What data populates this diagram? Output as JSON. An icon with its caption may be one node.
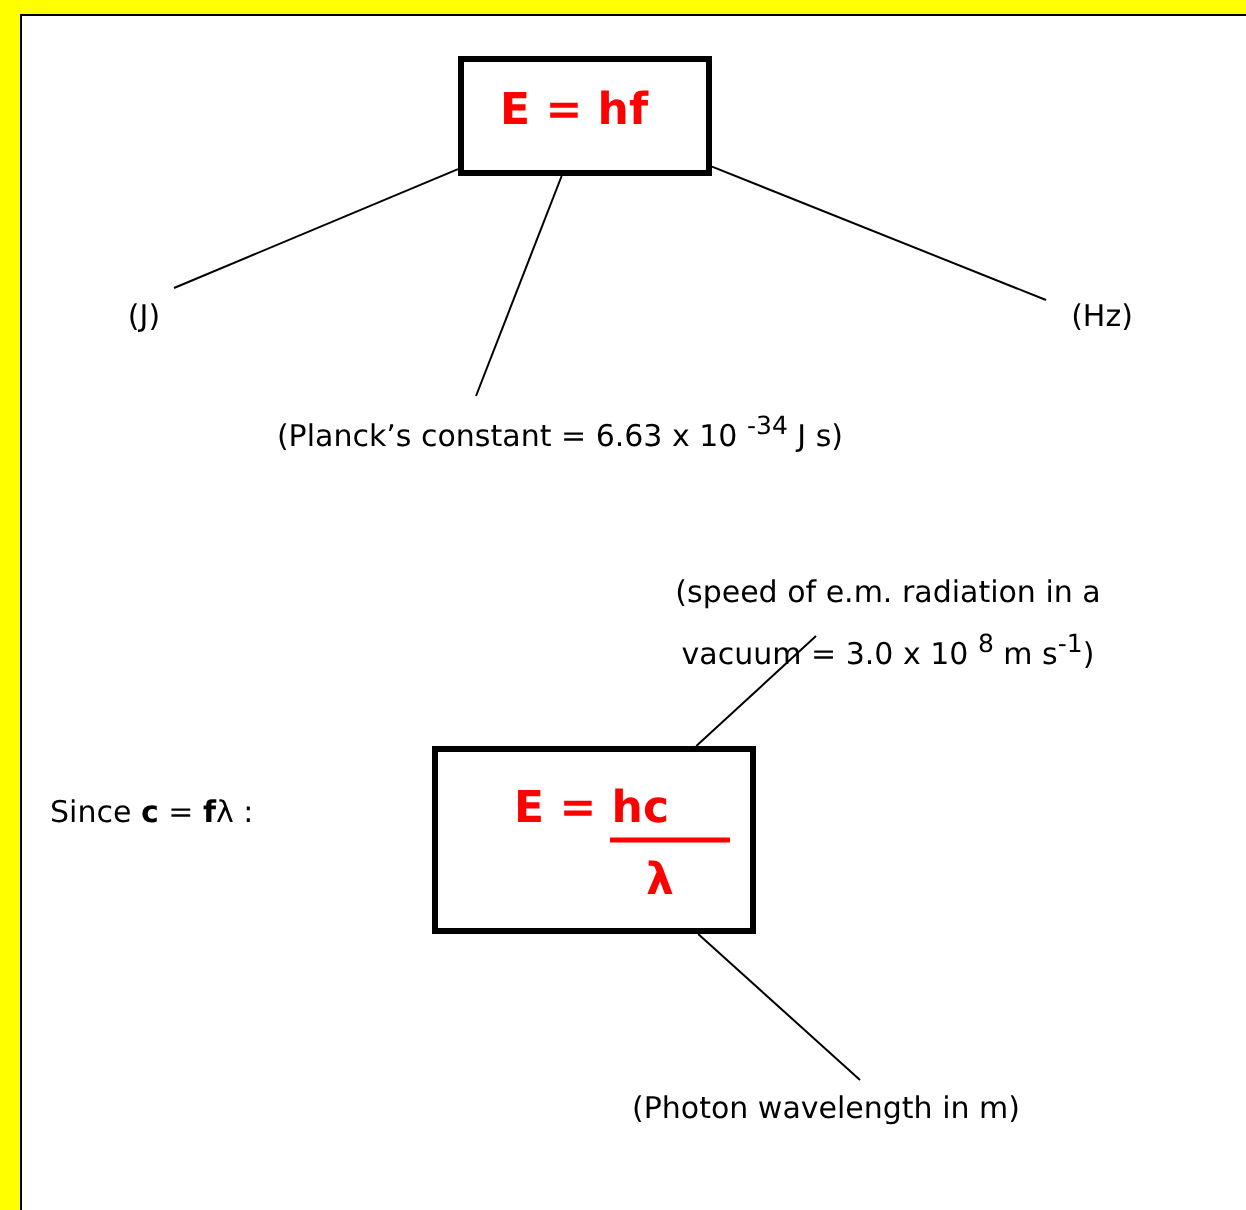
{
  "diagram": {
    "nodes": [
      {
        "text": [
          "E = hf"
        ]
      },
      {
        "text": [
          "(J)"
        ]
      },
      {
        "text": [
          "(Hz)"
        ]
      },
      {
        "text": [
          "(Planck’s constant = 6.63 x 10 $^{-34}$ J s)"
        ]
      },
      {
        "text": [
          "E = hc",
          "λ"
        ]
      },
      {
        "text": [
          "(speed of e.m. radiation in a vacuum = 3.0 x 10 $^{8}$ m s$^{-1}$)"
        ]
      },
      {
        "text": [
          "(Photon wavelength in m)"
        ]
      }
    ],
    "edges": [
      {
        "from": 1,
        "to": 0,
        "arrow": "none"
      },
      {
        "from": 2,
        "to": 0,
        "arrow": "none"
      },
      {
        "from": 3,
        "to": 0,
        "arrow": "none"
      },
      {
        "from": 5,
        "to": 4,
        "arrow": "none"
      },
      {
        "from": 6,
        "to": 4,
        "arrow": "none"
      }
    ],
    "labels": [
      "Since **c** = **f**λ :"
    ]
  }
}
